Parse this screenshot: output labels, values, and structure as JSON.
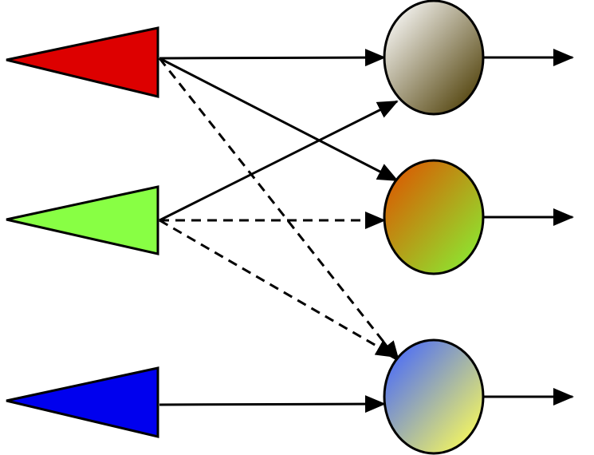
{
  "diagram": {
    "inputs": [
      {
        "id": "in-red",
        "color": "#dd0000"
      },
      {
        "id": "in-green",
        "color": "#88ff44"
      },
      {
        "id": "in-blue",
        "color": "#0000ee"
      }
    ],
    "outputs": [
      {
        "id": "out-1",
        "gradient": [
          "#ffffff",
          "#4a3a00"
        ]
      },
      {
        "id": "out-2",
        "gradient": [
          "#dd5500",
          "#88ee33"
        ]
      },
      {
        "id": "out-3",
        "gradient": [
          "#4466ff",
          "#ffff55"
        ]
      }
    ],
    "connections": [
      {
        "from": "in-red",
        "to": "out-1",
        "style": "solid"
      },
      {
        "from": "in-red",
        "to": "out-2",
        "style": "solid"
      },
      {
        "from": "in-red",
        "to": "out-3",
        "style": "dashed"
      },
      {
        "from": "in-green",
        "to": "out-1",
        "style": "solid"
      },
      {
        "from": "in-green",
        "to": "out-2",
        "style": "dashed"
      },
      {
        "from": "in-green",
        "to": "out-3",
        "style": "dashed"
      },
      {
        "from": "in-blue",
        "to": "out-3",
        "style": "solid"
      }
    ],
    "stroke_color": "#000000"
  }
}
